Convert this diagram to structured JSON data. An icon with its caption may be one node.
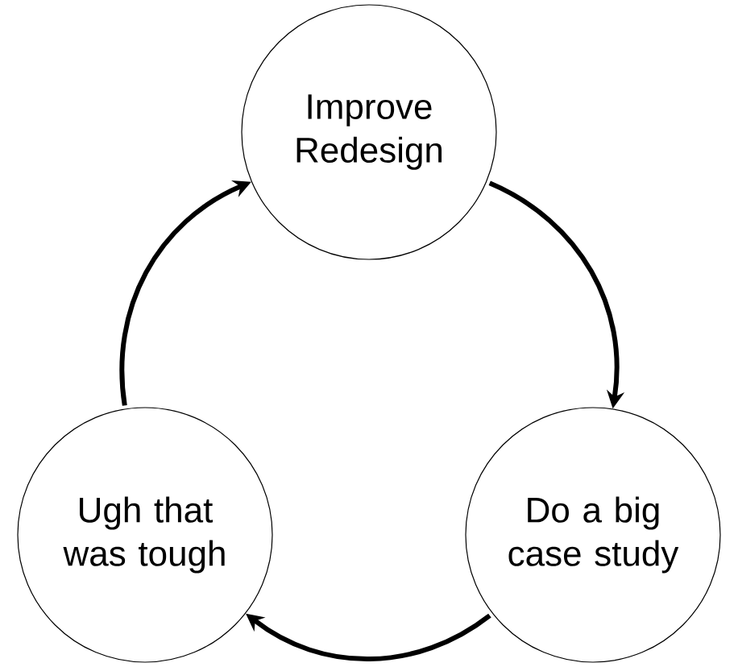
{
  "diagram": {
    "nodes": [
      {
        "text": [
          "Improve Redesign"
        ]
      },
      {
        "text": [
          "Ugh that was tough"
        ]
      },
      {
        "text": [
          "Do a big case study"
        ]
      }
    ],
    "edges": [
      {
        "from": 0,
        "to": 2,
        "arrow": "to"
      },
      {
        "from": 2,
        "to": 1,
        "arrow": "to"
      },
      {
        "from": 1,
        "to": 0,
        "arrow": "to"
      }
    ]
  }
}
